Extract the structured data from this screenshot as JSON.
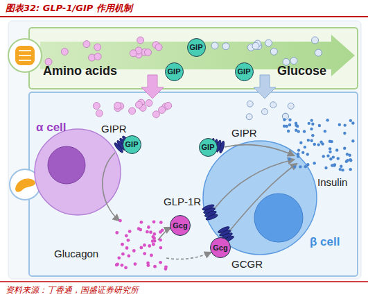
{
  "diagram": {
    "title": "图表32: GLP-1/GIP 作用机制",
    "caption": "资料来源：丁香通，国盛证券研究所",
    "nodes": [
      {
        "text": [
          "Amino acids",
          "Glucose"
        ]
      },
      {
        "text": [
          "GIP"
        ],
        "in": 0
      },
      {
        "text": [
          "GIP"
        ],
        "in": 0
      },
      {
        "text": [
          "GIP"
        ],
        "in": 0
      },
      {
        "text": [
          "α cell"
        ]
      },
      {
        "text": [
          "GIP"
        ]
      },
      {
        "text": [
          "β cell"
        ]
      },
      {
        "text": [
          "GIP"
        ]
      },
      {
        "text": [
          "Gcg"
        ]
      },
      {
        "text": [
          "Gcg"
        ]
      }
    ],
    "labels": [
      "GIPR",
      "Glucagon",
      "GIPR",
      "GLP-1R",
      "GCGR",
      "Insulin"
    ]
  }
}
